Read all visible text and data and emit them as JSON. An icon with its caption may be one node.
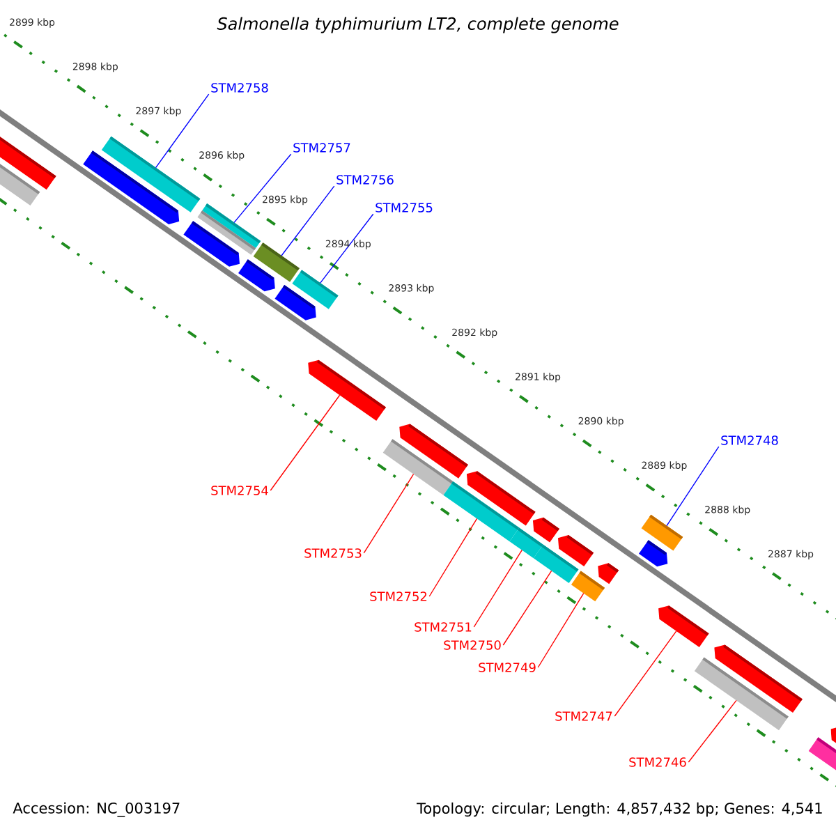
{
  "diagram": {
    "title": "Salmonella typhimurium LT2, complete genome",
    "nodes": [
      {
        "text": [
          "STM2758"
        ]
      },
      {
        "text": [
          "STM2757"
        ]
      },
      {
        "text": [
          "STM2756"
        ]
      },
      {
        "text": [
          "STM2755"
        ]
      },
      {
        "text": [
          "STM2748"
        ]
      },
      {
        "text": [
          "STM2754"
        ]
      },
      {
        "text": [
          "STM2753"
        ]
      },
      {
        "text": [
          "STM2752"
        ]
      },
      {
        "text": [
          "STM2751"
        ]
      },
      {
        "text": [
          "STM2750"
        ]
      },
      {
        "text": [
          "STM2749"
        ]
      },
      {
        "text": [
          "STM2747"
        ]
      },
      {
        "text": [
          "STM2746"
        ]
      },
      {
        "text": [],
        "shape": "bar"
      },
      {
        "text": [],
        "shape": "bar"
      },
      {
        "text": [],
        "shape": "bar"
      },
      {
        "text": [],
        "shape": "bar"
      },
      {
        "text": [],
        "shape": "bar"
      },
      {
        "text": [],
        "shape": "bar"
      },
      {
        "text": [],
        "shape": "bar"
      },
      {
        "text": [],
        "shape": "bar"
      },
      {
        "text": [],
        "shape": "bar"
      },
      {
        "text": [],
        "shape": "bar"
      },
      {
        "text": [],
        "shape": "bar"
      },
      {
        "text": [],
        "shape": "bar"
      },
      {
        "text": [],
        "shape": "bar"
      },
      {
        "text": [],
        "shape": "bar"
      },
      {
        "text": [],
        "shape": "bar"
      },
      {
        "text": [],
        "shape": "bar"
      },
      {
        "text": [],
        "shape": "bar"
      },
      {
        "text": [],
        "shape": "bar"
      },
      {
        "text": [],
        "shape": "bar"
      },
      {
        "text": [],
        "shape": "bar"
      },
      {
        "text": [],
        "shape": "bar"
      },
      {
        "text": [],
        "shape": "bar"
      },
      {
        "text": [],
        "shape": "bar"
      },
      {
        "text": [],
        "shape": "bar"
      },
      {
        "text": [],
        "shape": "bar"
      },
      {
        "text": [],
        "shape": "bar"
      },
      {
        "text": [],
        "shape": "bar"
      },
      {
        "text": [],
        "shape": "bar"
      },
      {
        "text": [],
        "shape": "bar"
      }
    ],
    "edges": [
      {
        "from": 0,
        "to": 16,
        "arrow": "none",
        "color": "#0000ff"
      },
      {
        "from": 1,
        "to": 19,
        "arrow": "none",
        "color": "#0000ff"
      },
      {
        "from": 2,
        "to": 20,
        "arrow": "none",
        "color": "#0000ff"
      },
      {
        "from": 3,
        "to": 22,
        "arrow": "none",
        "color": "#0000ff"
      },
      {
        "from": 4,
        "to": 35,
        "arrow": "none",
        "color": "#0000ff"
      },
      {
        "from": 5,
        "to": 24,
        "arrow": "none"
      },
      {
        "from": 6,
        "to": 26,
        "arrow": "none"
      },
      {
        "from": 7,
        "to": 27,
        "arrow": "none"
      },
      {
        "from": 8,
        "to": 29,
        "arrow": "none"
      },
      {
        "from": 9,
        "to": 31,
        "arrow": "none"
      },
      {
        "from": 10,
        "to": 33,
        "arrow": "none"
      },
      {
        "from": 11,
        "to": 37,
        "arrow": "none"
      },
      {
        "from": 12,
        "to": 38,
        "arrow": "none"
      }
    ],
    "labels": [
      "2899 kbp",
      "2898 kbp",
      "2897 kbp",
      "2896 kbp",
      "2895 kbp",
      "2894 kbp",
      "2893 kbp",
      "2892 kbp",
      "2891 kbp",
      "2890 kbp",
      "2889 kbp",
      "2888 kbp",
      "2887 kbp",
      "Accession: NC_003197",
      "Topology: circular; Length: 4,857,432 bp; Genes: 4,541"
    ]
  }
}
